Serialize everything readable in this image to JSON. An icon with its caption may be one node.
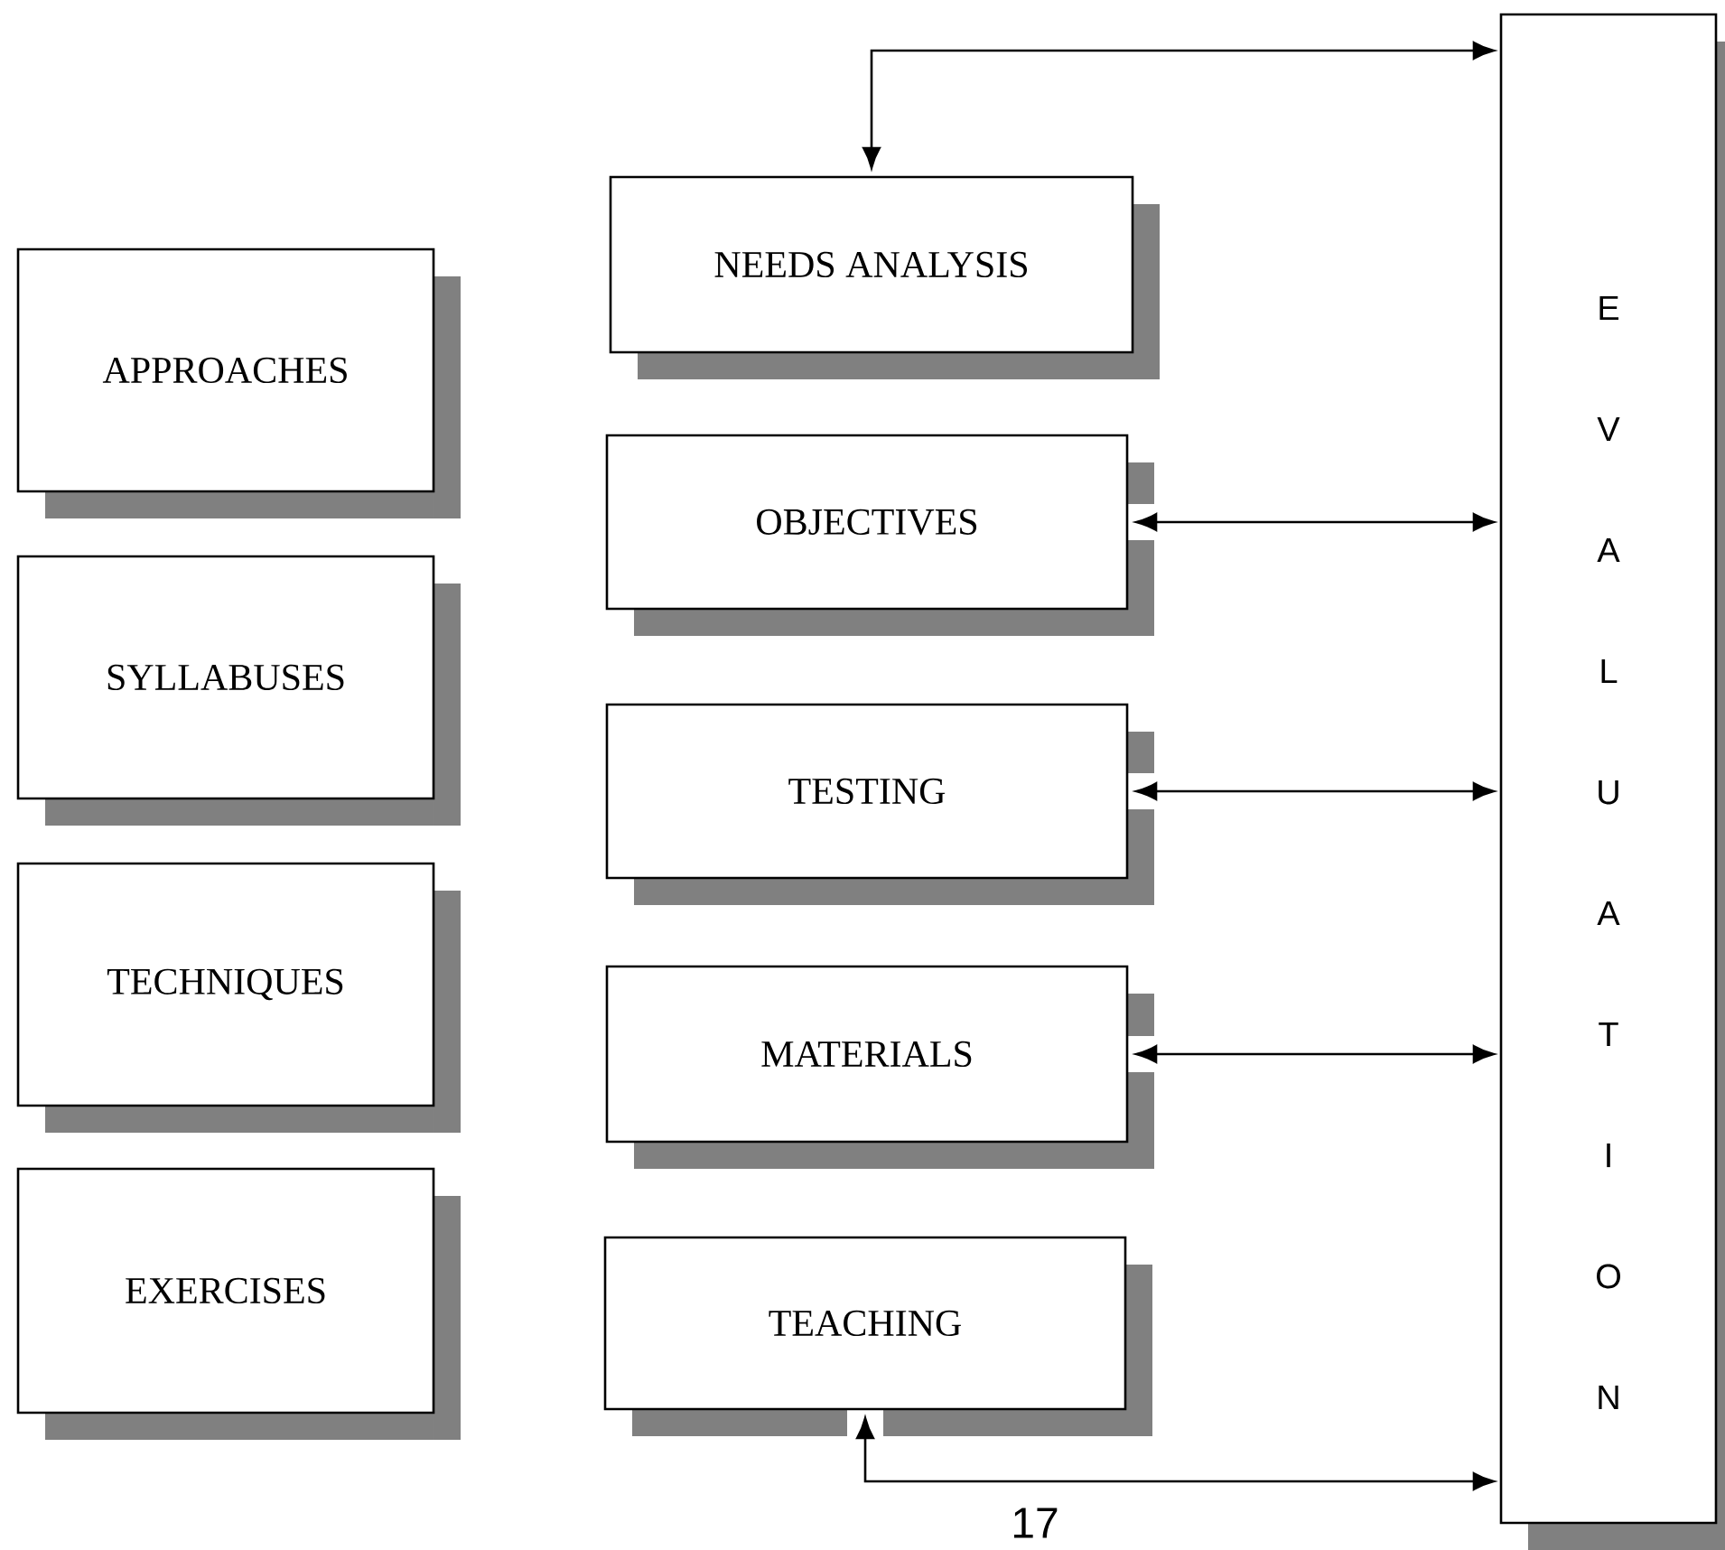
{
  "diagram": {
    "nodes": [
      {
        "text": [
          "APPROACHES"
        ]
      },
      {
        "text": [
          "SYLLABUSES"
        ]
      },
      {
        "text": [
          "TECHNIQUES"
        ]
      },
      {
        "text": [
          "EXERCISES"
        ]
      },
      {
        "text": [
          "NEEDS ANALYSIS"
        ]
      },
      {
        "text": [
          "OBJECTIVES"
        ]
      },
      {
        "text": [
          "TESTING"
        ]
      },
      {
        "text": [
          "MATERIALS"
        ]
      },
      {
        "text": [
          "TEACHING"
        ]
      },
      {
        "text": [
          "EVALUATION"
        ]
      }
    ],
    "edges": [
      {
        "from": 4,
        "to": 9,
        "arrow": "both"
      },
      {
        "from": 5,
        "to": 9,
        "arrow": "both"
      },
      {
        "from": 6,
        "to": 9,
        "arrow": "both"
      },
      {
        "from": 7,
        "to": 9,
        "arrow": "both"
      },
      {
        "from": 8,
        "to": 9,
        "arrow": "both"
      }
    ],
    "labels": [
      "17"
    ]
  }
}
